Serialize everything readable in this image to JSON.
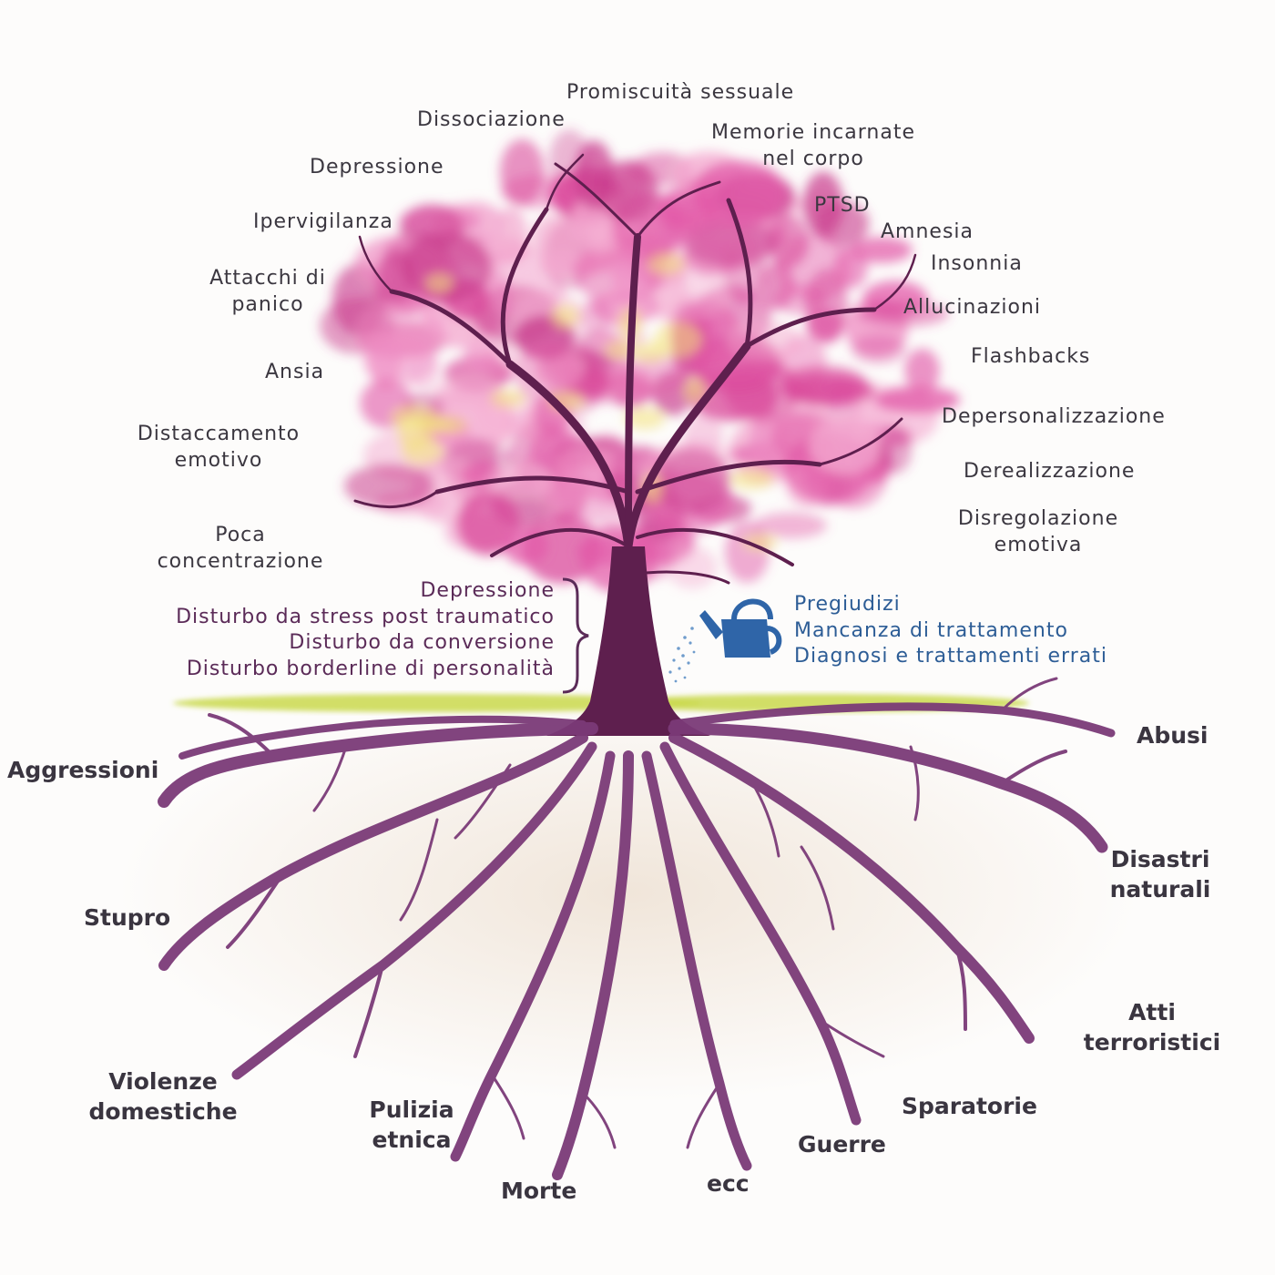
{
  "canopy_symptoms": [
    {
      "id": "promiscuita",
      "lines": [
        "Promiscuità sessuale"
      ]
    },
    {
      "id": "dissociazione",
      "lines": [
        "Dissociazione"
      ]
    },
    {
      "id": "memorie",
      "lines": [
        "Memorie incarnate",
        "nel corpo"
      ]
    },
    {
      "id": "depressione-top",
      "lines": [
        "Depressione"
      ]
    },
    {
      "id": "ptsd",
      "lines": [
        "PTSD"
      ]
    },
    {
      "id": "ipervigilanza",
      "lines": [
        "Ipervigilanza"
      ]
    },
    {
      "id": "amnesia",
      "lines": [
        "Amnesia"
      ]
    },
    {
      "id": "insonnia",
      "lines": [
        "Insonnia"
      ]
    },
    {
      "id": "attacchi",
      "lines": [
        "Attacchi di",
        "panico"
      ]
    },
    {
      "id": "allucinazioni",
      "lines": [
        "Allucinazioni"
      ]
    },
    {
      "id": "flashbacks",
      "lines": [
        "Flashbacks"
      ]
    },
    {
      "id": "ansia",
      "lines": [
        "Ansia"
      ]
    },
    {
      "id": "depersonalizzazione",
      "lines": [
        "Depersonalizzazione"
      ]
    },
    {
      "id": "distaccamento",
      "lines": [
        "Distaccamento",
        "emotivo"
      ]
    },
    {
      "id": "derealizzazione",
      "lines": [
        "Derealizzazione"
      ]
    },
    {
      "id": "disregolazione",
      "lines": [
        "Disregolazione",
        "emotiva"
      ]
    },
    {
      "id": "poca-concentrazione",
      "lines": [
        "Poca",
        "concentrazione"
      ]
    }
  ],
  "trunk_disorders": [
    "Depressione",
    "Disturbo da stress post traumatico",
    "Disturbo da conversione",
    "Disturbo borderline di personalità"
  ],
  "watering_factors": [
    "Pregiudizi",
    "Mancanza di trattamento",
    "Diagnosi e trattamenti errati"
  ],
  "root_causes": [
    {
      "id": "aggressioni",
      "lines": [
        "Aggressioni"
      ]
    },
    {
      "id": "abusi",
      "lines": [
        "Abusi"
      ]
    },
    {
      "id": "disastri",
      "lines": [
        "Disastri",
        "naturali"
      ]
    },
    {
      "id": "stupro",
      "lines": [
        "Stupro"
      ]
    },
    {
      "id": "atti",
      "lines": [
        "Atti",
        "terroristici"
      ]
    },
    {
      "id": "violenze",
      "lines": [
        "Violenze",
        "domestiche"
      ]
    },
    {
      "id": "pulizia",
      "lines": [
        "Pulizia",
        "etnica"
      ]
    },
    {
      "id": "sparatorie",
      "lines": [
        "Sparatorie"
      ]
    },
    {
      "id": "guerre",
      "lines": [
        "Guerre"
      ]
    },
    {
      "id": "morte",
      "lines": [
        "Morte"
      ]
    },
    {
      "id": "ecc",
      "lines": [
        "ecc"
      ]
    }
  ],
  "colors": {
    "blossom": "#e25aa8",
    "blossom_light": "#f3a9cf",
    "trunk": "#5e1f4e",
    "roots": "#7b3a78",
    "grass": "#c8d84a",
    "can": "#2f65a8",
    "highlight": "#f2e27a"
  },
  "icons": [
    "watering-can-icon",
    "tree-illustration",
    "brace-icon"
  ]
}
